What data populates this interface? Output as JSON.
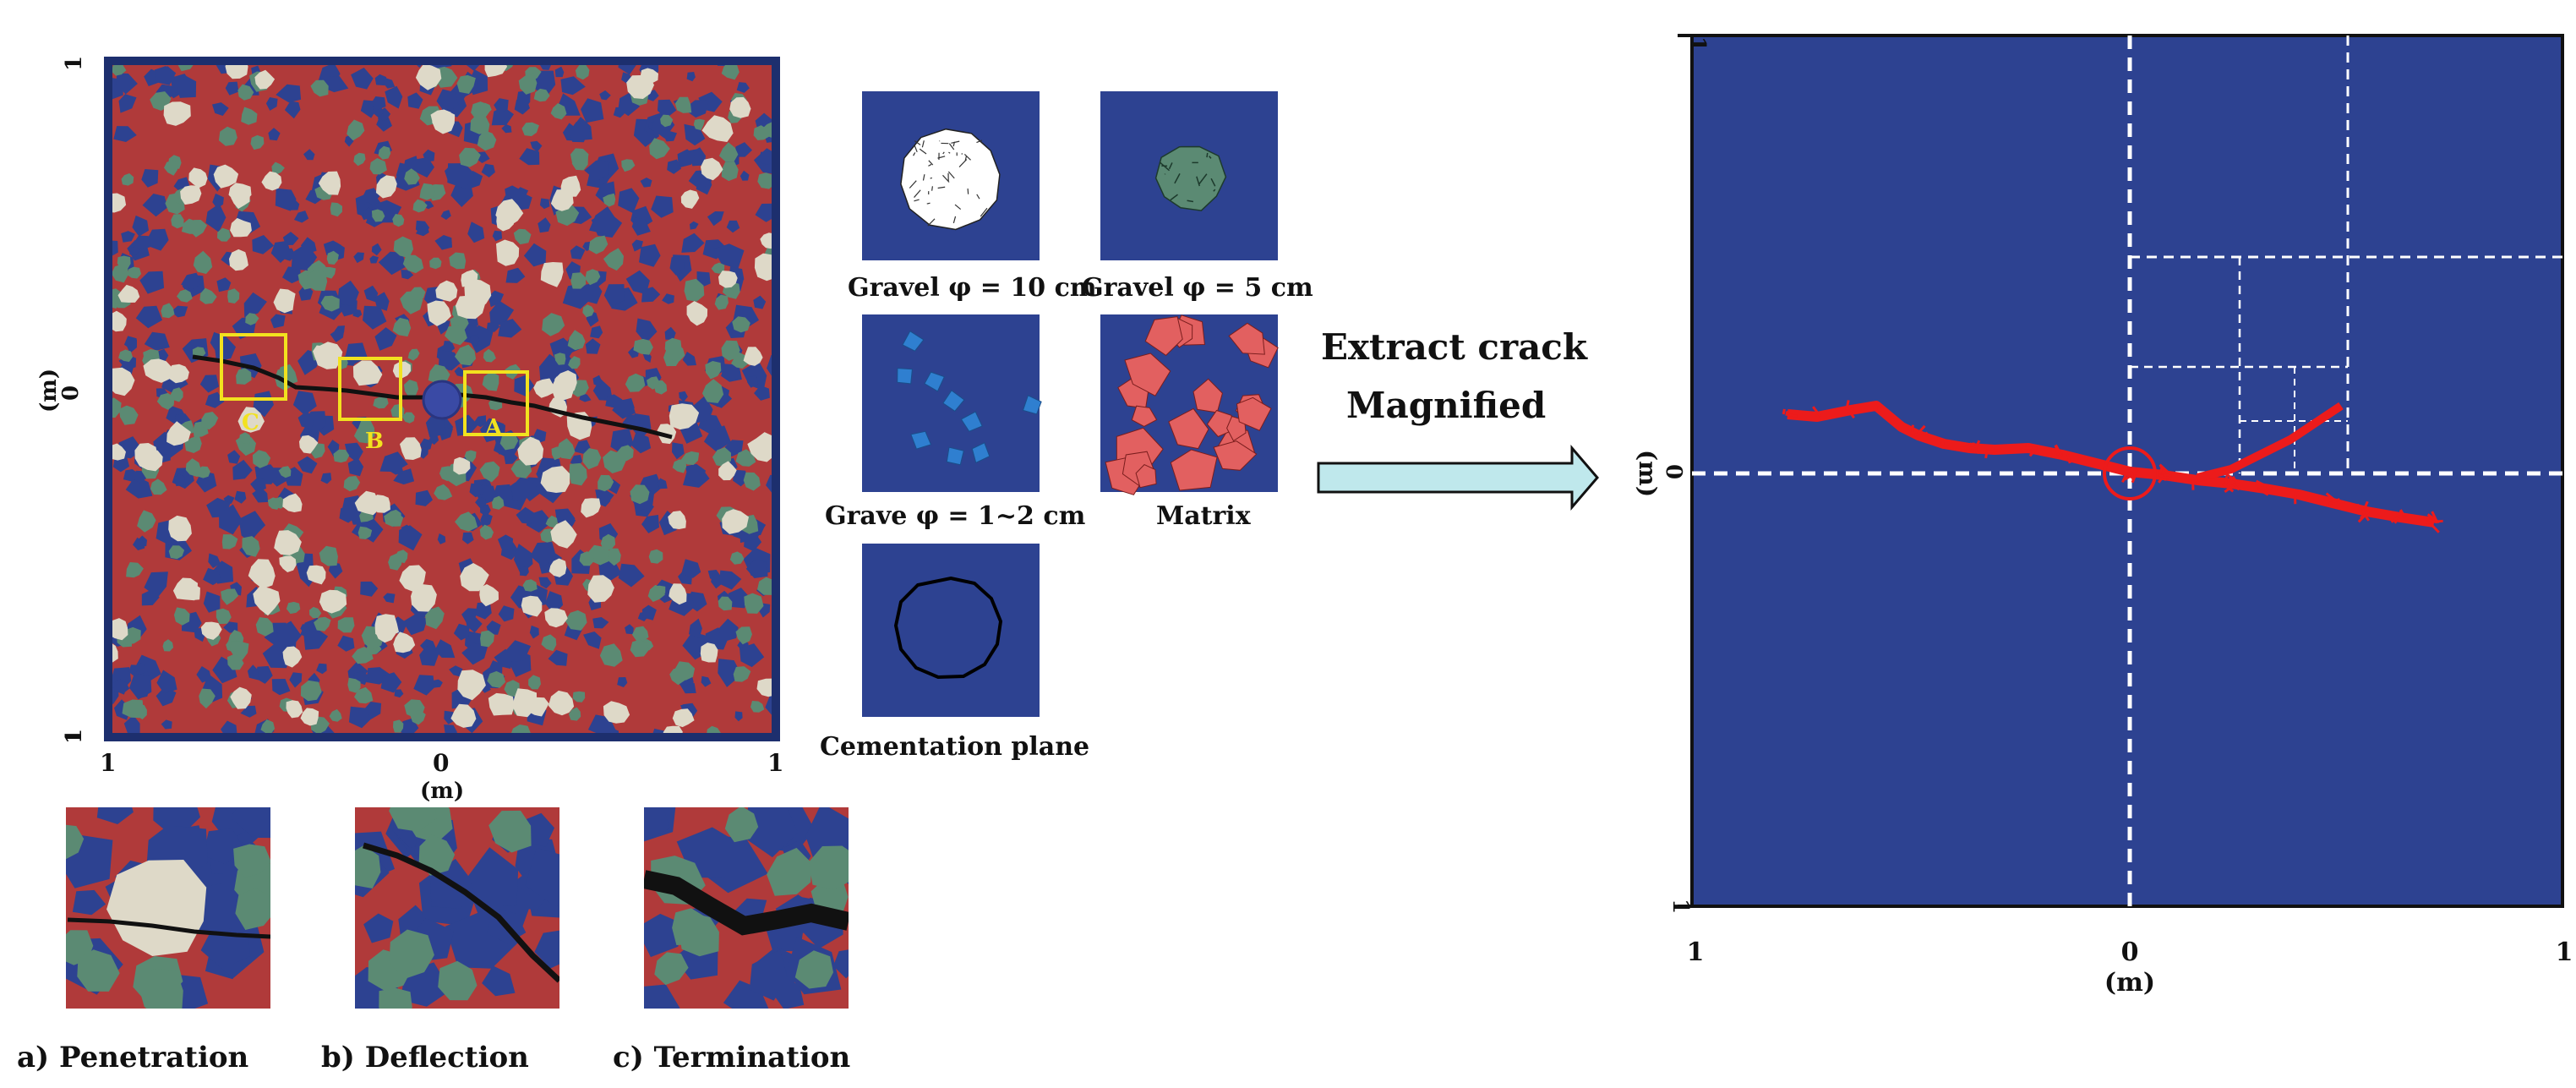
{
  "colors": {
    "blue": "#2d4291",
    "red": "#b03a3a",
    "green": "#5b8a73",
    "gravel_white": "#ded9c8",
    "yellow": "#f2e21f",
    "crack_red": "#ec1b1b",
    "arrow_fill": "#bfe8ec",
    "dash_white": "#ffffff"
  },
  "left_panel": {
    "tick_top": "1",
    "tick_mid": "0",
    "tick_bottom": "1",
    "ylabel": "(m)",
    "x_ticks": [
      "1",
      "0",
      "1"
    ],
    "xlabel": "(m)",
    "boxes": [
      "C",
      "B",
      "A"
    ]
  },
  "components": [
    {
      "label": "Gravel φ = 10 cm",
      "icon": "large-gravel-icon"
    },
    {
      "label": "Gravel φ = 5 cm",
      "icon": "medium-gravel-icon"
    },
    {
      "label": "Grave φ = 1~2 cm",
      "icon": "small-gravel-icon"
    },
    {
      "label": "Matrix",
      "icon": "matrix-icon"
    },
    {
      "label": "Cementation plane",
      "icon": "cementation-ring-icon"
    }
  ],
  "insets": [
    {
      "label": "a) Penetration"
    },
    {
      "label": "b) Deflection"
    },
    {
      "label": "c) Termination"
    }
  ],
  "arrow": {
    "line1": "Extract crack",
    "line2": "Magnified"
  },
  "right_panel": {
    "y_ticks": [
      "1",
      "0",
      "1"
    ],
    "ylabel": "(m)",
    "x_ticks": [
      "1",
      "0",
      "1"
    ],
    "xlabel": "(m)"
  }
}
